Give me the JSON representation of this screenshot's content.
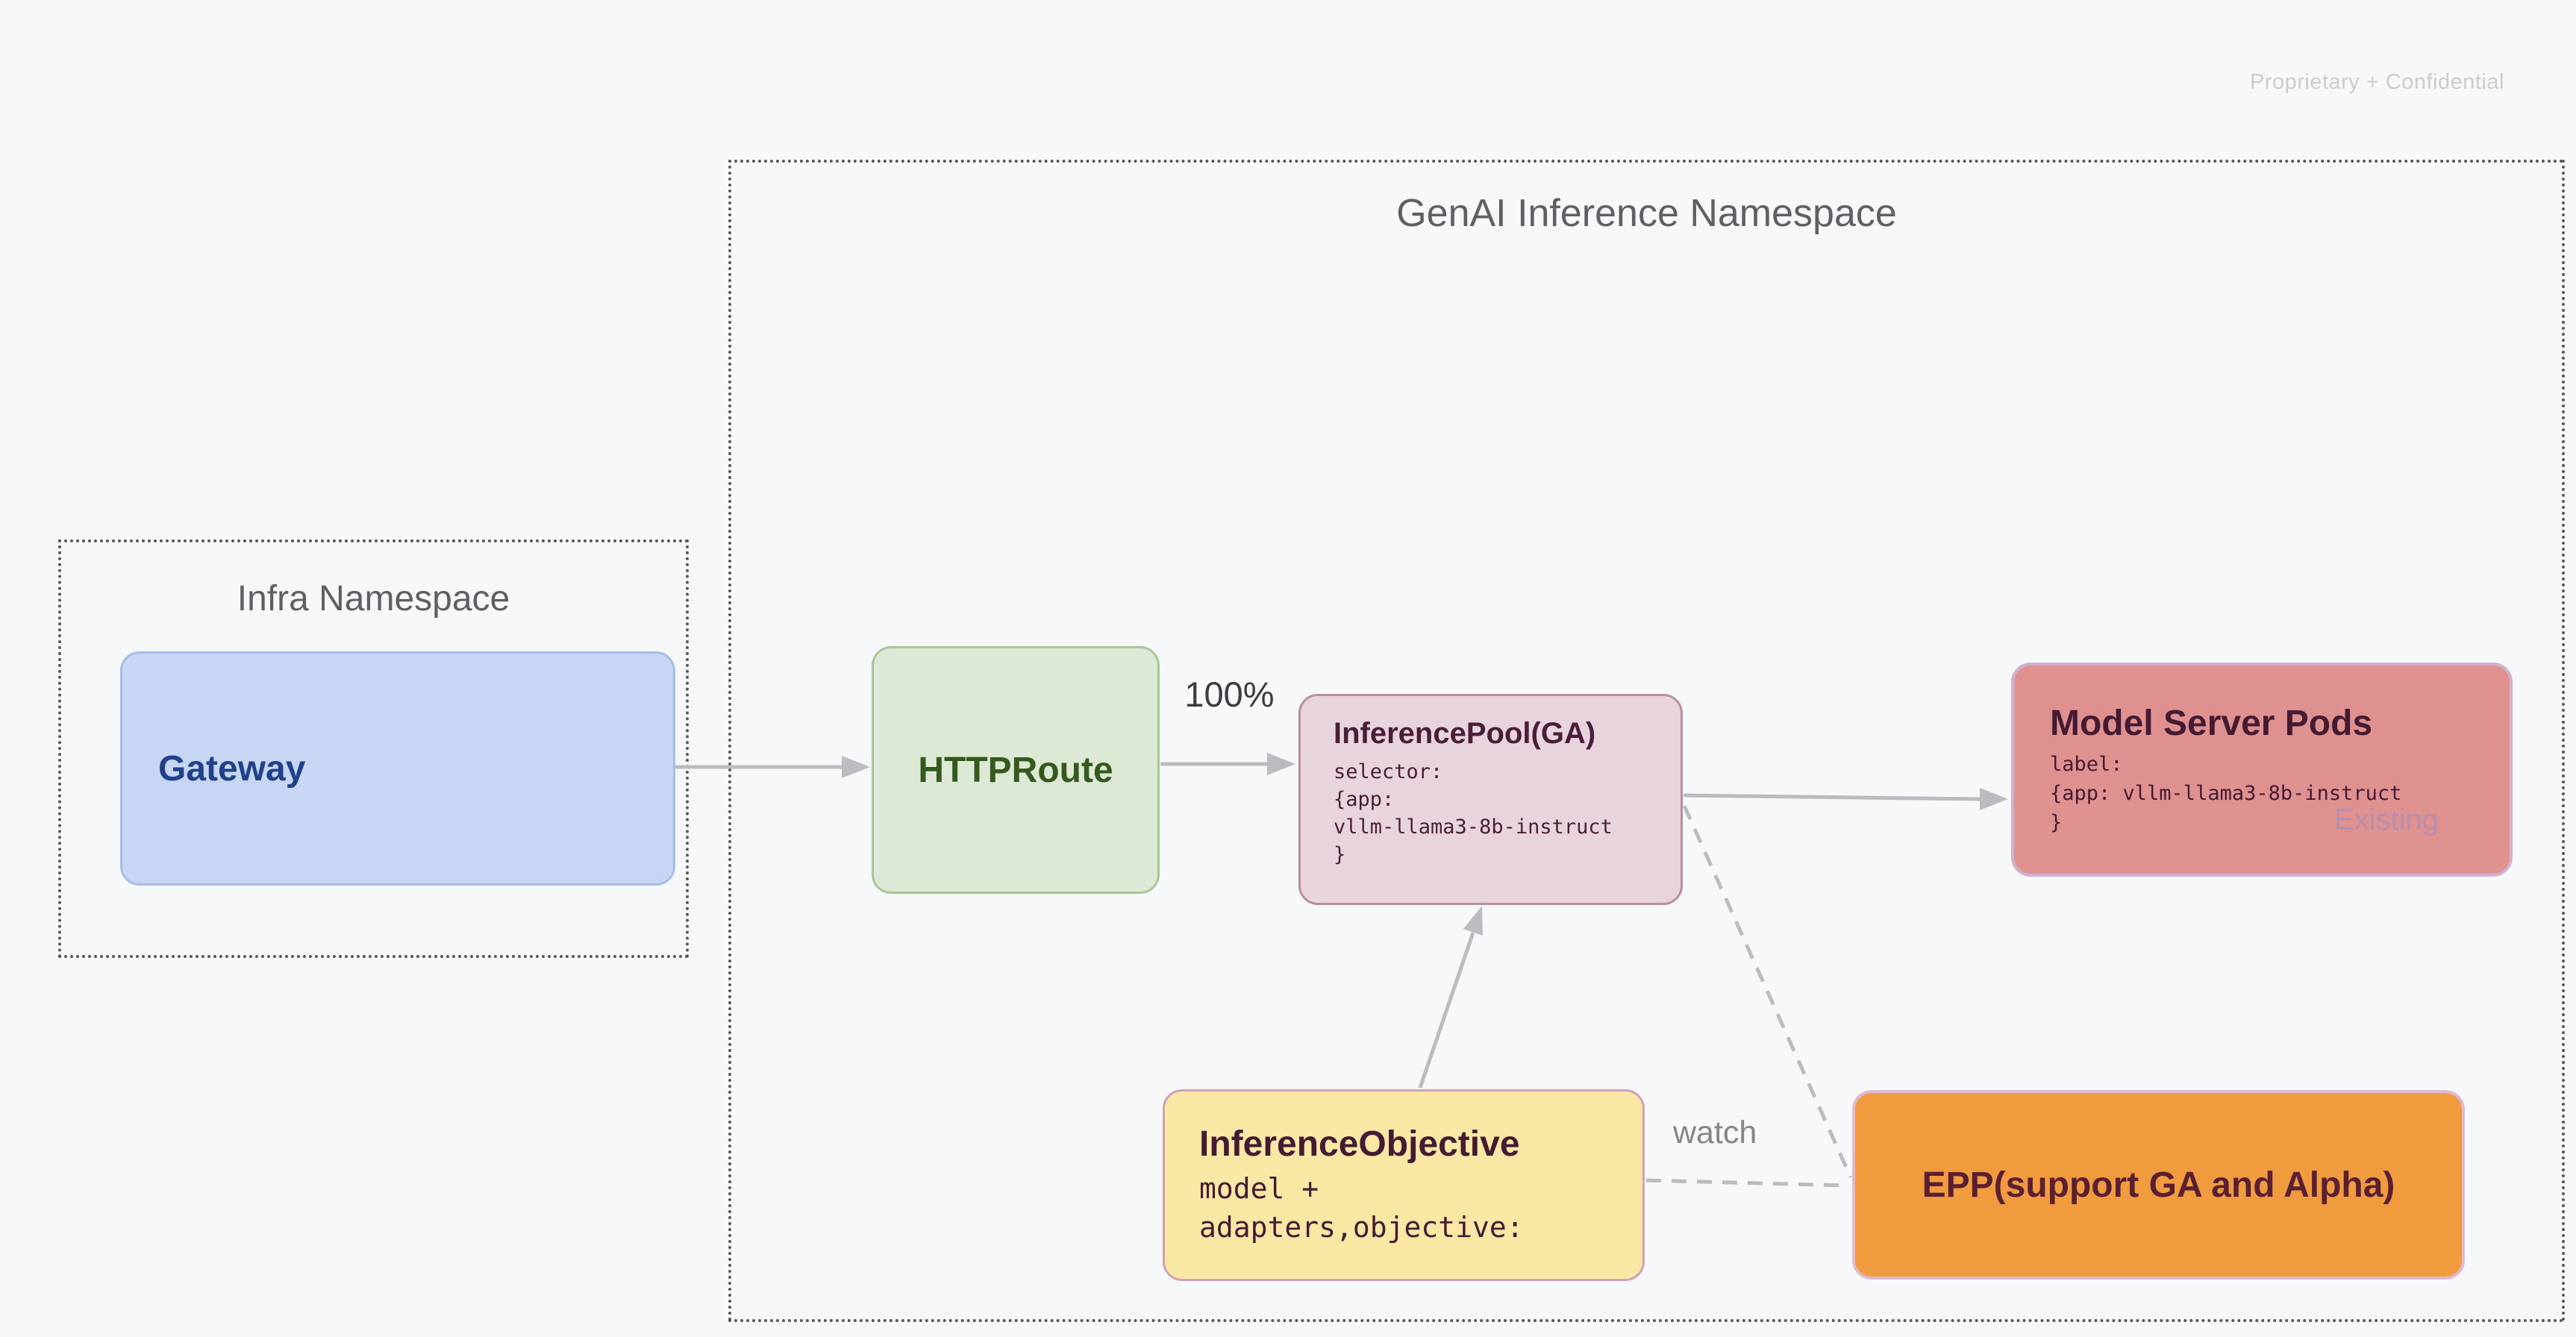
{
  "watermark": "Proprietary + Confidential",
  "namespaces": {
    "genai": {
      "title": "GenAI Inference Namespace"
    },
    "infra": {
      "title": "Infra Namespace"
    }
  },
  "nodes": {
    "gateway": {
      "title": "Gateway"
    },
    "httproute": {
      "title": "HTTPRoute"
    },
    "inference_pool": {
      "title": "InferencePool(GA)",
      "body_lines": [
        "selector:",
        "{app:",
        "vllm-llama3-8b-instruct",
        "}"
      ]
    },
    "model_server_pods": {
      "title": "Model Server Pods",
      "body_lines": [
        "label:",
        "{app: vllm-llama3-8b-instruct",
        "}"
      ],
      "status_label": "Existing"
    },
    "inference_objective": {
      "title": "InferenceObjective",
      "body_lines": [
        "model +",
        "adapters,objective:"
      ]
    },
    "epp": {
      "title": "EPP(support GA and Alpha)"
    }
  },
  "edges": {
    "httproute_to_pool_label": "100%",
    "objective_to_epp_label": "watch"
  },
  "colors": {
    "background": "#f7f8fa",
    "gateway_fill": "#c7d6f2",
    "gateway_text": "#21418a",
    "httproute_fill": "#dde9d4",
    "httproute_text": "#33591d",
    "inference_pool_fill": "#e8d4dd",
    "model_server_pods_fill": "#df9190",
    "inference_objective_fill": "#fce8a5",
    "epp_fill": "#f09b3e",
    "node_text_dark": "#451a33",
    "namespace_border": "#55585c",
    "arrow": "#b9bcc0",
    "existing_label": "#b78fad",
    "watermark": "#c9ccd2"
  }
}
